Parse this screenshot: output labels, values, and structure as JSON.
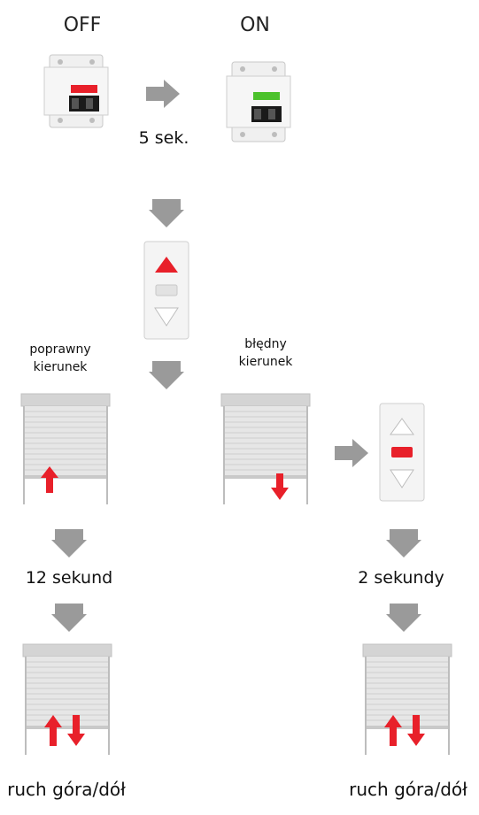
{
  "labels": {
    "off": "OFF",
    "on": "ON",
    "five_sec": "5 sek.",
    "correct_line1": "poprawny",
    "correct_line2": "kierunek",
    "wrong_line1": "błędny",
    "wrong_line2": "kierunek",
    "twelve_sec": "12 sekund",
    "two_sec": "2 sekundy",
    "move_left": "ruch góra/dół",
    "move_right": "ruch góra/dół"
  },
  "colors": {
    "arrow_gray": "#9a9a9a",
    "red": "#e8202a",
    "green": "#4cc22c",
    "remote_bg": "#f4f4f4",
    "remote_border": "#cfcfcf",
    "breaker_body": "#f2f2f2",
    "shutter_slats": "#d9d9d9"
  },
  "icons": {
    "breaker_off": "circuit-breaker-off-icon",
    "breaker_on": "circuit-breaker-on-icon",
    "remote_up": "remote-up-active-icon",
    "remote_stop": "remote-stop-active-icon",
    "shutter": "roller-shutter-icon",
    "flow_arrow": "gray-flow-arrow-icon"
  }
}
